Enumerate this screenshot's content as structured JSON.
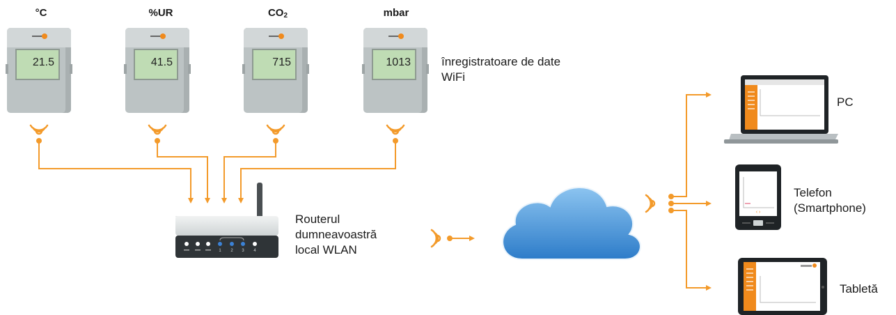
{
  "loggers": [
    {
      "unit": "°C",
      "value": "21.5"
    },
    {
      "unit": "%UR",
      "value": "41.5"
    },
    {
      "unit": "CO",
      "unit_sub": "2",
      "value": "715"
    },
    {
      "unit": "mbar",
      "value": "1013"
    }
  ],
  "labels": {
    "loggers_line1": "înregistratoare de date",
    "loggers_line2": "WiFi",
    "router_line1": "Routerul",
    "router_line2": "dumneavoastră",
    "router_line3": "local WLAN",
    "pc": "PC",
    "phone_line1": "Telefon",
    "phone_line2": "(Smartphone)",
    "tablet": "Tabletă",
    "router_ports": [
      "1",
      "2",
      "3",
      "4"
    ]
  },
  "colors": {
    "accent": "#f39a2a",
    "cloud": "#3f8fd8",
    "screen": "#bfdcb4"
  }
}
